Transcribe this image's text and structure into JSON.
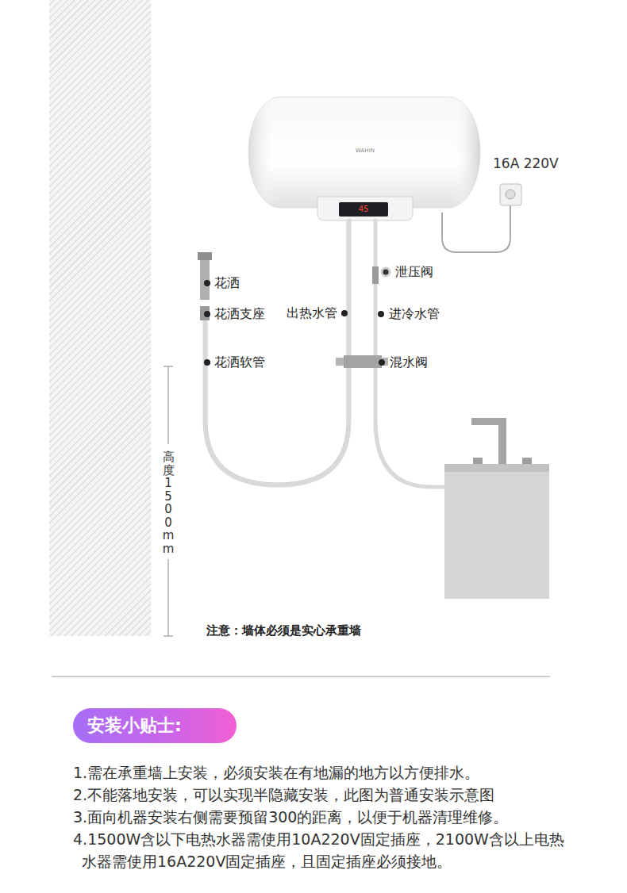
{
  "diagram": {
    "nodes": [
      {
        "text": [
          "安装小贴士:"
        ]
      }
    ],
    "labels": [
      "16A 220V",
      "WAHIN",
      "45",
      "花洒",
      "泄压阀",
      "花洒支座",
      "出热水管",
      "进冷水管",
      "花洒软管",
      "混水阀",
      "高度 1500 mm",
      "注意：墙体必须是实心承重墙",
      "1.需在承重墙上安装，必须安装在有地漏的地方以方便排水。",
      "2.不能落地安装，可以实现半隐藏安装，此图为普通安装示意图",
      "3.面向机器安装右侧需要预留300的距离，以便于机器清理维修。",
      "4.1500W含以下电热水器需使用10A220V固定插座，2100W含以上电热水器需使用16A220V固定插座，且固定插座必须接地。"
    ]
  }
}
